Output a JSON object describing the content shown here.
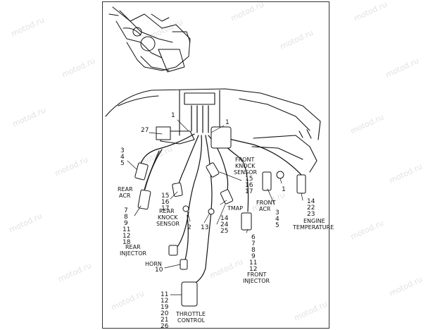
{
  "watermark": "motod.ru",
  "callouts": {
    "c1a": "1",
    "c1b": "1",
    "c27": "27",
    "c3": "3",
    "c4": "4",
    "c5": "5",
    "c15a": "15",
    "c16a": "16",
    "c17a": "17",
    "c15b": "15",
    "c16b": "16",
    "c17b": "17",
    "c2": "2",
    "c13": "13",
    "c7": "7",
    "c8": "8",
    "c9": "9",
    "c11": "11",
    "c12": "12",
    "c18": "18",
    "c14a": "14",
    "c24": "24",
    "c25": "25",
    "c6": "6",
    "c7b": "7",
    "c8b": "8",
    "c9b": "9",
    "c11b": "11",
    "c12b": "12",
    "c3b": "3",
    "c4b": "4",
    "c5b": "5",
    "c1c": "1",
    "c14b": "14",
    "c22": "22",
    "c23": "23",
    "c10": "10",
    "c11c": "11",
    "c12c": "12",
    "c19": "19",
    "c20": "20",
    "c21": "21",
    "c26": "26"
  },
  "labels": {
    "rear_acr": [
      "REAR",
      "ACR"
    ],
    "rear_knock": [
      "REAR",
      "KNOCK",
      "SENSOR"
    ],
    "rear_injector": [
      "REAR",
      "INJECTOR"
    ],
    "front_knock": [
      "FRONT",
      "KNOCK",
      "SENSOR"
    ],
    "tmap": "TMAP",
    "front_acr": [
      "FRONT",
      "ACR"
    ],
    "engine_temp": [
      "ENGINE",
      "TEMPERATURE"
    ],
    "front_injector": [
      "FRONT",
      "INJECTOR"
    ],
    "horn": "HORN",
    "throttle": [
      "THROTTLE",
      "CONTROL"
    ]
  }
}
